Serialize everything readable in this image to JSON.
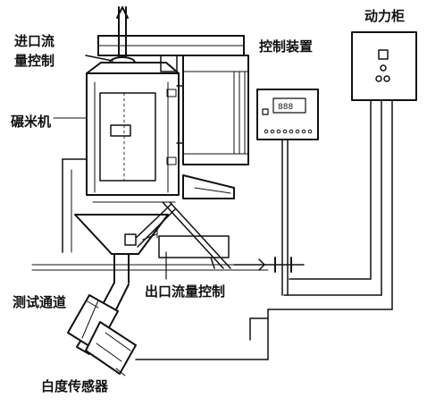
{
  "labels": {
    "inlet_flow_line1": "进口流",
    "inlet_flow_line2": "量控制",
    "mill": "碾米机",
    "control_device": "控制装置",
    "power_cabinet": "动力柜",
    "outlet_flow": "出口流量控制",
    "test_channel": "测试通道",
    "whiteness_sensor": "白度传感器"
  },
  "colors": {
    "line": "#111111",
    "background": "#ffffff"
  }
}
